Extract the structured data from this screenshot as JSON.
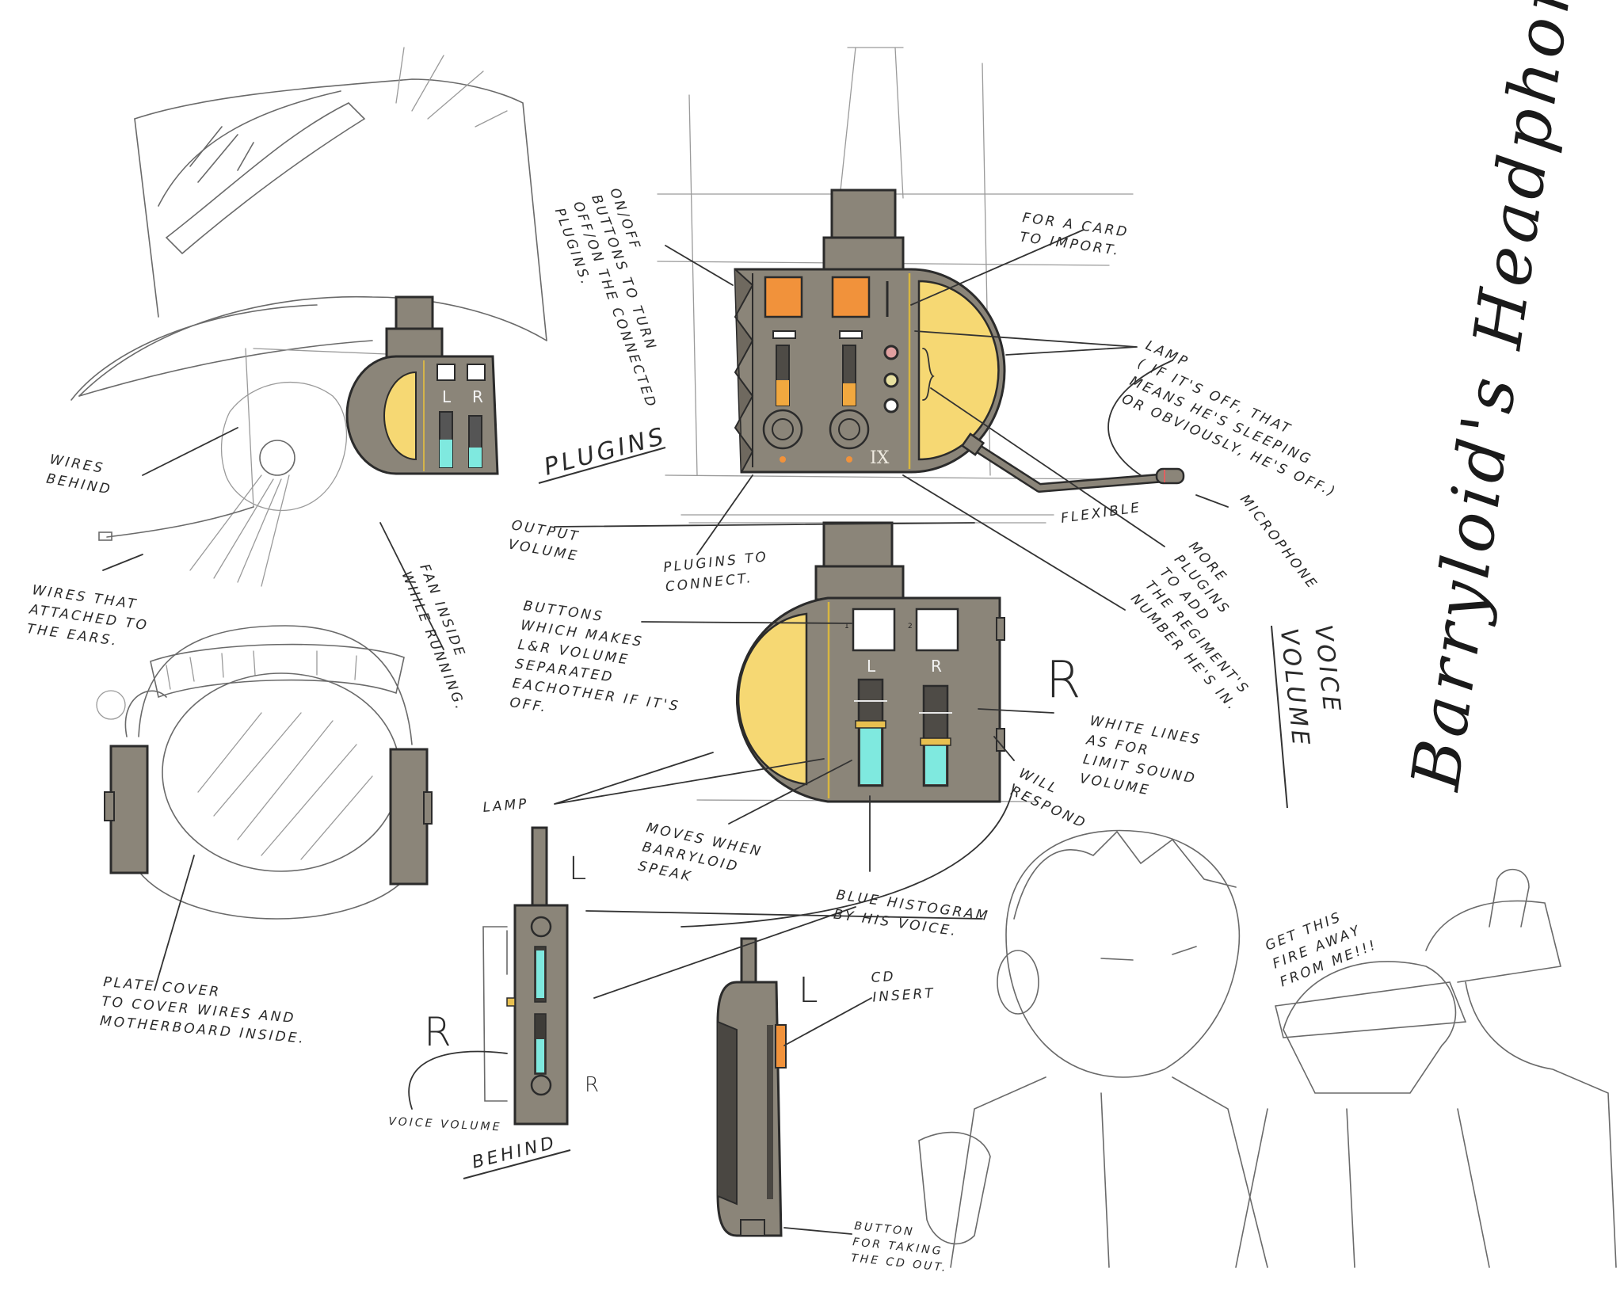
{
  "title": "Barryloid's Headphones",
  "colors": {
    "body": "#8b8579",
    "orange": "#f1923b",
    "lamp_yellow": "#f6d873",
    "histogram_cyan": "#7fe9df",
    "outline": "#2b2b2b"
  },
  "front_panel": {
    "regiment_mark": "IX"
  },
  "side_panel": {
    "left_label": "L",
    "right_label": "R",
    "button_1_mark": "1",
    "button_2_mark": "2"
  },
  "small_panel": {
    "left_label": "L",
    "right_label": "R"
  },
  "annotations": {
    "on_off": [
      "ON/OFF",
      "BUTTONS TO TURN",
      "OFF/ON THE CONNECTED",
      "PLUGINS."
    ],
    "card": [
      "FOR A CARD",
      "TO IMPORT."
    ],
    "plugins": [
      "PLUGINS"
    ],
    "lamp_top": [
      "LAMP",
      "( IF IT'S OFF, THAT",
      "MEANS HE'S SLEEPING",
      "OR OBVIOUSLY, HE'S OFF.)"
    ],
    "flexible": [
      "FLEXIBLE"
    ],
    "microphone": [
      "MICROPHONE"
    ],
    "more_plugins": [
      "MORE",
      "PLUGINS",
      "TO ADD",
      "THE REGIMENT'S",
      "NUMBER HE'S IN."
    ],
    "output_volume": [
      "OUTPUT",
      "VOLUME"
    ],
    "plugins_connect": [
      "PLUGINS TO",
      "CONNECT."
    ],
    "wires_behind": [
      "WIRES",
      "BEHIND"
    ],
    "wires_ears": [
      "WIRES THAT",
      "ATTACHED TO",
      "THE EARS."
    ],
    "fan": [
      "FAN INSIDE",
      "WHILE RUNNING."
    ],
    "buttons_lr": [
      "BUTTONS",
      "WHICH MAKES",
      "L&R VOLUME",
      "SEPARATED",
      "EACHOTHER IF IT'S",
      "OFF."
    ],
    "voice_volume_title": [
      "VOICE",
      "VOLUME"
    ],
    "white_lines": [
      "WHITE LINES",
      "AS FOR",
      "LIMIT SOUND",
      "VOLUME"
    ],
    "will_respond": [
      "WILL",
      "RESPOND"
    ],
    "lamp_side": [
      "LAMP"
    ],
    "moves": [
      "MOVES WHEN",
      "BARRYLOID",
      "SPEAK"
    ],
    "histogram": [
      "BLUE HISTOGRAM",
      "BY HIS VOICE."
    ],
    "cd_insert": [
      "CD",
      "INSERT"
    ],
    "voice_volume_small": [
      "VOICE VOLUME"
    ],
    "behind": [
      "BEHIND"
    ],
    "plate_cover": [
      "PLATE COVER",
      "TO COVER WIRES AND",
      "MOTHERBOARD INSIDE."
    ],
    "cd_button": [
      "BUTTON",
      "FOR TAKING",
      "THE CD OUT."
    ],
    "speech": [
      "GET THIS",
      "FIRE AWAY",
      "FROM ME!!!"
    ]
  },
  "letters": {
    "r_side": "R",
    "l_back": "L",
    "r_back_big": "R",
    "r_back_small": "R",
    "l_cd": "L"
  }
}
